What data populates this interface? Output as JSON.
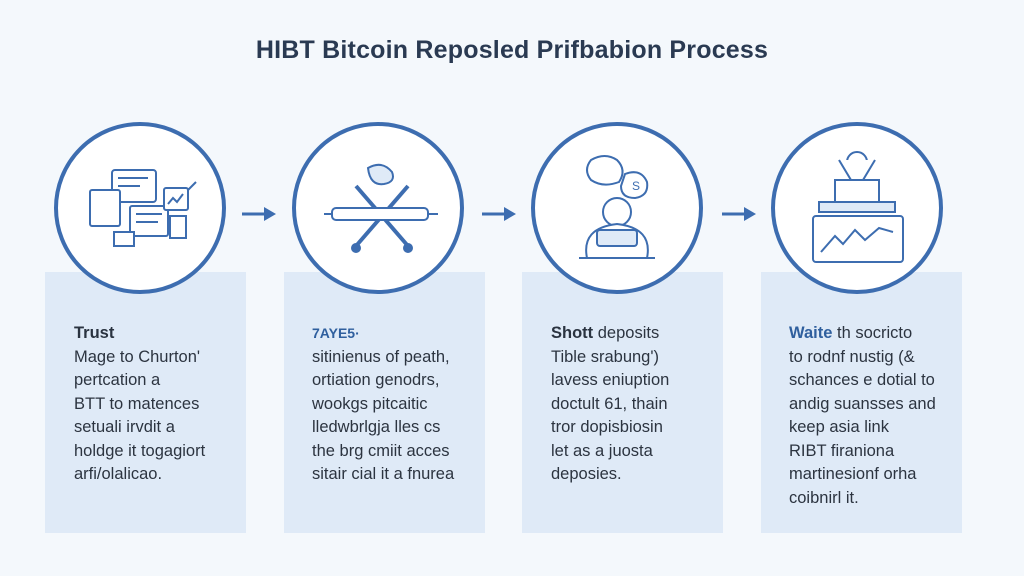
{
  "title": "HIBT Bitcoin Reposled Prifbabion Process",
  "steps": [
    {
      "icon": "documents-icon",
      "heading": "Trust",
      "lines": [
        "Mage to Churton'",
        "pertcation a",
        "BTT to matences",
        "setuali irvdit a",
        "holdge it togagiort",
        "arfi/olalicao."
      ]
    },
    {
      "icon": "crossed-tools-icon",
      "heading": "7AYE5·",
      "lines": [
        "sitinienus of peath,",
        "ortiation genodrs,",
        "wookgs pitcaitic",
        "lledwbrlgja lles cs",
        "the brg cmiit acces",
        "sitair cial it a fnurea"
      ]
    },
    {
      "icon": "deposit-figure-icon",
      "heading": "Shott",
      "heading_rest": " deposits",
      "lines": [
        "Tible srabung')",
        "lavess eniuption",
        "doctult 61, thain",
        "tror dopisbiosin",
        "let as a juosta",
        "deposies."
      ]
    },
    {
      "icon": "chart-monitor-icon",
      "heading": "Waite",
      "heading_rest": " th socricto",
      "lines": [
        "to rodnf nustig (&",
        "schances e dotial to",
        "andig suansses and",
        "keep asia link",
        "RIBT firaniona",
        "martinesionf orha",
        "coibnirl it."
      ]
    }
  ],
  "colors": {
    "accent": "#3d6db0",
    "panel": "#dfeaf7",
    "background": "#f4f8fc"
  }
}
